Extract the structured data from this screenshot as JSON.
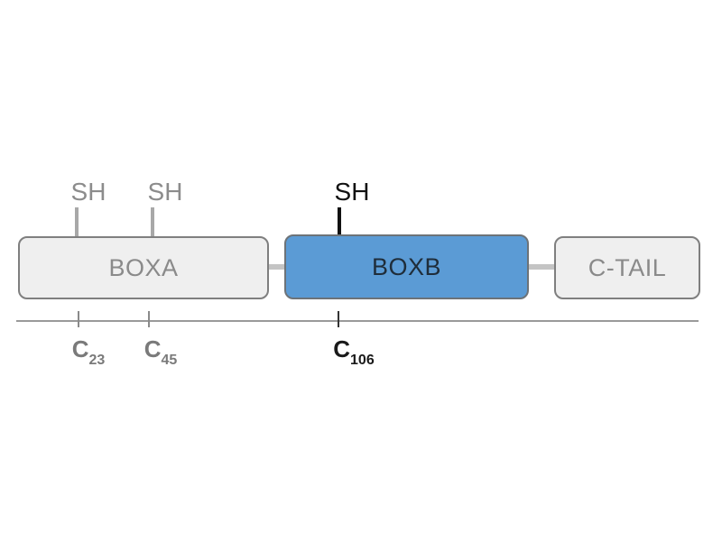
{
  "domains": {
    "boxa": "BOXA",
    "boxb": "BOXB",
    "ctail": "C-TAIL"
  },
  "thiols": [
    {
      "label": "SH",
      "residue_letter": "C",
      "residue_number": "23",
      "highlight": false
    },
    {
      "label": "SH",
      "residue_letter": "C",
      "residue_number": "45",
      "highlight": false
    },
    {
      "label": "SH",
      "residue_letter": "C",
      "residue_number": "106",
      "highlight": true
    }
  ],
  "colors": {
    "highlight_domain": "#5b9bd5",
    "gray_domain": "#efefef",
    "highlight_text": "#111111",
    "muted_text": "#8a8a8a"
  }
}
